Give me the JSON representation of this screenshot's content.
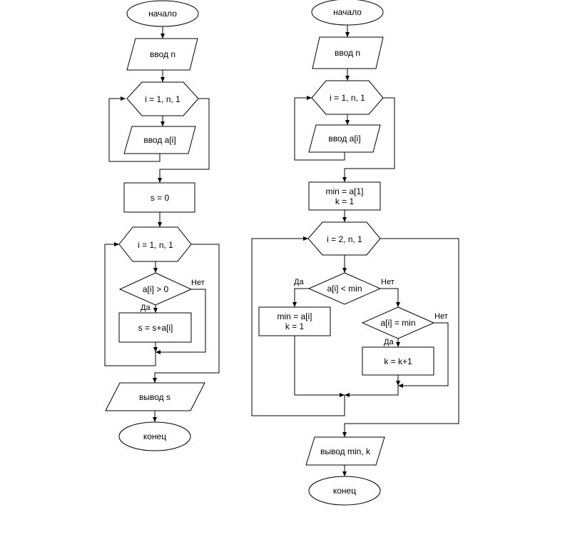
{
  "colors": {
    "stroke": "#000000",
    "fill": "#ffffff",
    "background": "#ffffff"
  },
  "left": {
    "start": "начало",
    "input_n": "ввод n",
    "loop1": "i = 1, n, 1",
    "input_ai": "ввод a[i]",
    "init_s": "s = 0",
    "loop2": "i = 1, n, 1",
    "cond": "a[i] > 0",
    "yes": "Да",
    "no": "Нет",
    "sum": "s = s+a[i]",
    "output": "вывод s",
    "end": "конец"
  },
  "right": {
    "start": "начало",
    "input_n": "ввод n",
    "loop1": "i = 1, n, 1",
    "input_ai": "ввод a[i]",
    "init_line1": "min = a[1]",
    "init_line2": "k = 1",
    "loop2": "i = 2, n, 1",
    "cond1": "a[i] < min",
    "yes1": "Да",
    "no1": "Нет",
    "assign_line1": "min = a[i]",
    "assign_line2": "k = 1",
    "cond2": "a[i] = min",
    "yes2": "Да",
    "no2": "Нет",
    "increment": "k = k+1",
    "output": "вывод min, k",
    "end": "конец"
  }
}
